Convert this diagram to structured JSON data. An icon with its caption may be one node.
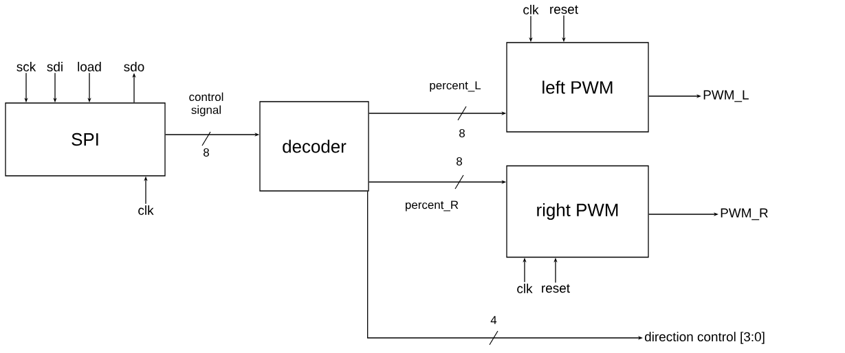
{
  "diagram": {
    "nodes": [
      {
        "text": [
          "SPI"
        ]
      },
      {
        "text": [
          "decoder"
        ]
      },
      {
        "text": [
          "left PWM"
        ]
      },
      {
        "text": [
          "right PWM"
        ]
      },
      {
        "text": [
          "sck"
        ]
      },
      {
        "text": [
          "sdi"
        ]
      },
      {
        "text": [
          "load"
        ]
      },
      {
        "text": [
          "sdo"
        ]
      },
      {
        "text": [
          "clk"
        ]
      },
      {
        "text": [
          "clk"
        ]
      },
      {
        "text": [
          "reset"
        ]
      },
      {
        "text": [
          "clk"
        ]
      },
      {
        "text": [
          "reset"
        ]
      },
      {
        "text": [
          "PWM_L"
        ]
      },
      {
        "text": [
          "PWM_R"
        ]
      },
      {
        "text": [
          "direction control [3:0]"
        ]
      }
    ],
    "edges": [
      {
        "from": 4,
        "to": 0,
        "arrow": "to"
      },
      {
        "from": 5,
        "to": 0,
        "arrow": "to"
      },
      {
        "from": 6,
        "to": 0,
        "arrow": "to"
      },
      {
        "from": 0,
        "to": 7,
        "arrow": "to"
      },
      {
        "from": 8,
        "to": 0,
        "arrow": "to"
      },
      {
        "from": 0,
        "to": 1,
        "arrow": "to",
        "label": "control signal"
      },
      {
        "from": 1,
        "to": 2,
        "arrow": "to",
        "label": "percent_L"
      },
      {
        "from": 1,
        "to": 3,
        "arrow": "to",
        "label": "percent_R"
      },
      {
        "from": 9,
        "to": 2,
        "arrow": "to"
      },
      {
        "from": 10,
        "to": 2,
        "arrow": "to"
      },
      {
        "from": 11,
        "to": 3,
        "arrow": "to"
      },
      {
        "from": 12,
        "to": 3,
        "arrow": "to"
      },
      {
        "from": 2,
        "to": 13,
        "arrow": "to"
      },
      {
        "from": 3,
        "to": 14,
        "arrow": "to"
      },
      {
        "from": 1,
        "to": 15,
        "arrow": "to"
      }
    ],
    "labels": [
      "8",
      "8",
      "8",
      "4"
    ]
  }
}
